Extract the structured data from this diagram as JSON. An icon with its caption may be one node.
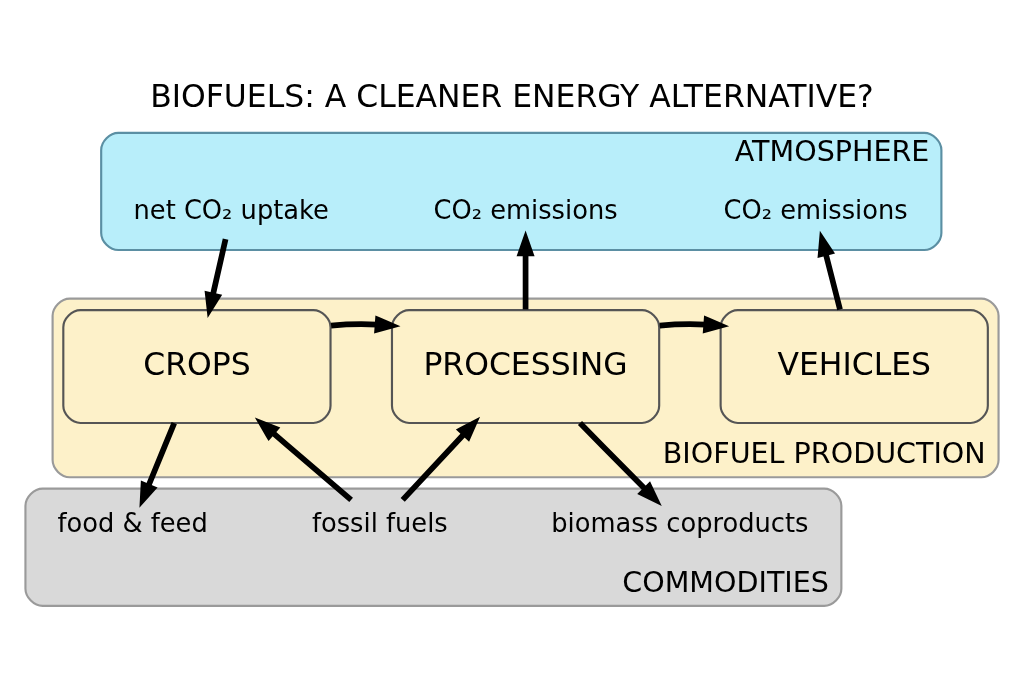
{
  "diagram": {
    "title": "BIOFUELS: A CLEANER ENERGY ALTERNATIVE?",
    "nodes": [
      {
        "text": [
          "ATMOSPHERE"
        ]
      },
      {
        "text": [
          "net CO₂ uptake"
        ],
        "in": 0
      },
      {
        "text": [
          "CO₂ emissions"
        ],
        "in": 0
      },
      {
        "text": [
          "CO₂ emissions"
        ],
        "in": 0
      },
      {
        "text": [
          "BIOFUEL PRODUCTION"
        ]
      },
      {
        "text": [
          "CROPS"
        ],
        "in": 4
      },
      {
        "text": [
          "PROCESSING"
        ],
        "in": 4
      },
      {
        "text": [
          "VEHICLES"
        ],
        "in": 4
      },
      {
        "text": [
          "COMMODITIES"
        ]
      },
      {
        "text": [
          "food & feed"
        ],
        "in": 8
      },
      {
        "text": [
          "fossil fuels"
        ],
        "in": 8
      },
      {
        "text": [
          "biomass coproducts"
        ],
        "in": 8
      }
    ],
    "edges": [
      {
        "from": 1,
        "to": 5,
        "arrow": "to"
      },
      {
        "from": 6,
        "to": 2,
        "arrow": "to"
      },
      {
        "from": 7,
        "to": 3,
        "arrow": "to"
      },
      {
        "from": 5,
        "to": 6,
        "arrow": "to"
      },
      {
        "from": 6,
        "to": 7,
        "arrow": "to"
      },
      {
        "from": 5,
        "to": 9,
        "arrow": "to"
      },
      {
        "from": 10,
        "to": 5,
        "arrow": "to"
      },
      {
        "from": 10,
        "to": 6,
        "arrow": "to"
      },
      {
        "from": 6,
        "to": 11,
        "arrow": "to"
      }
    ]
  }
}
